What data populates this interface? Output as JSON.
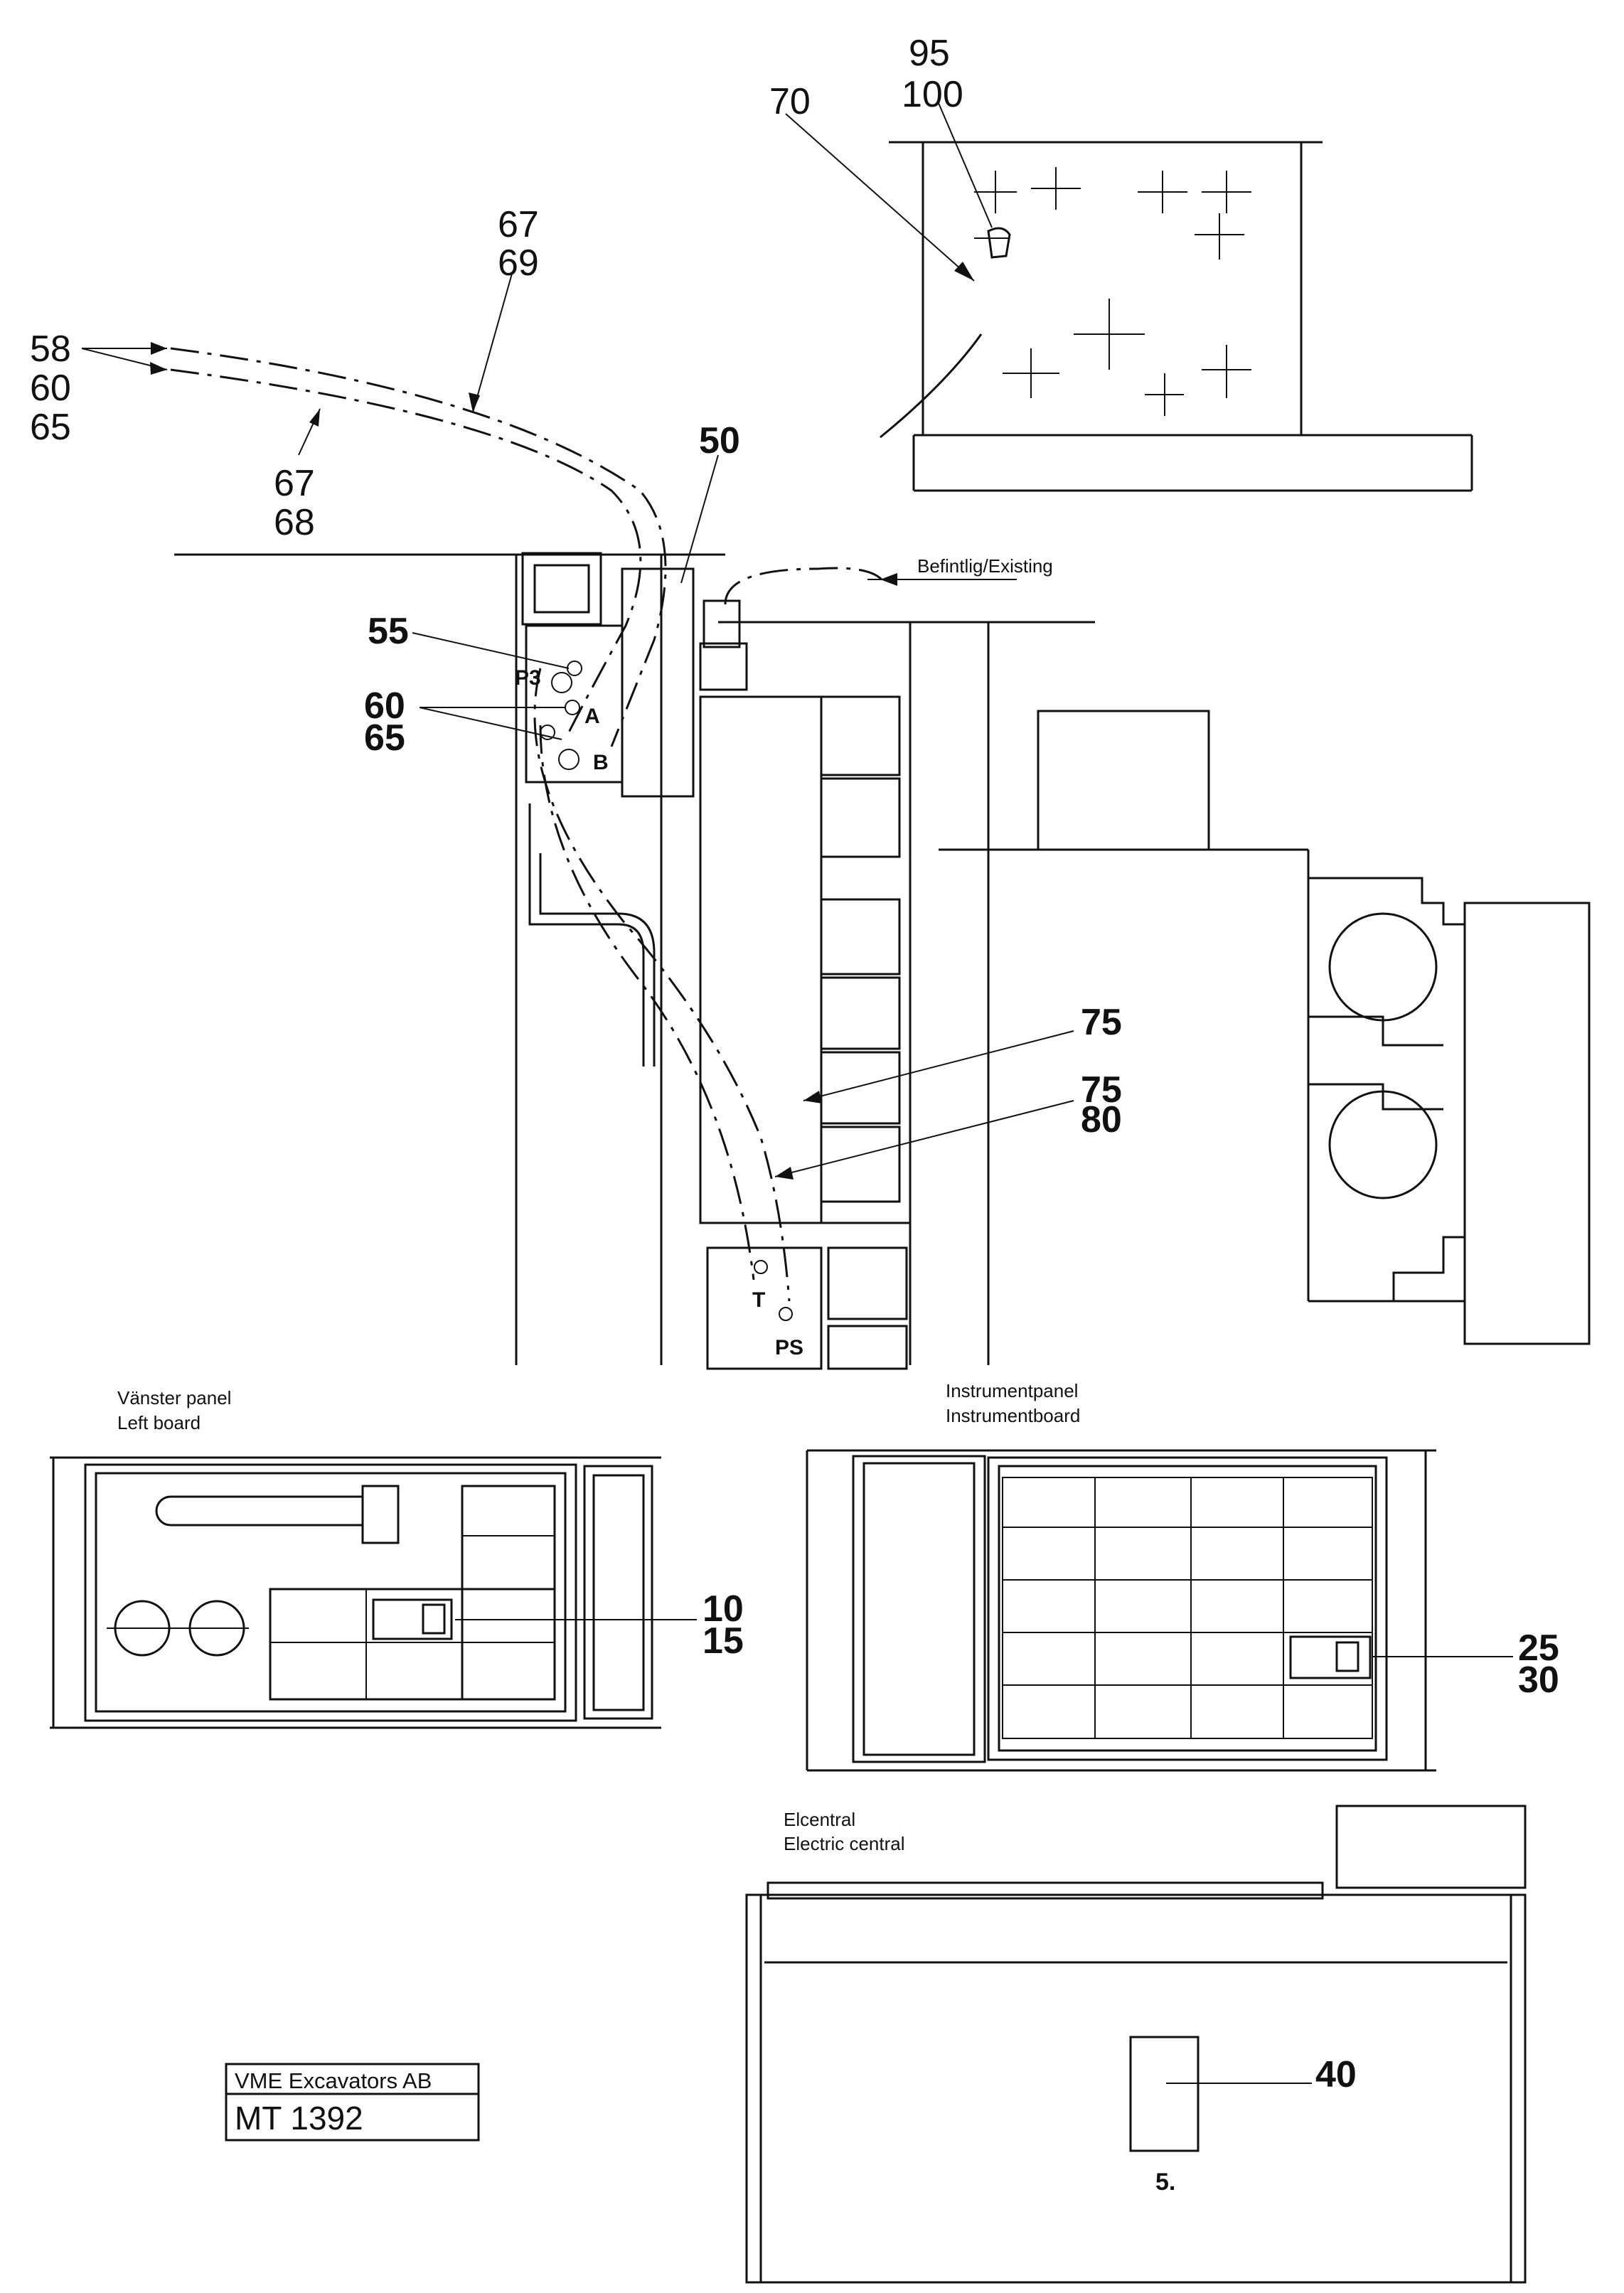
{
  "callouts": {
    "c95": "95",
    "c100": "100",
    "c70": "70",
    "c67a": "67",
    "c69": "69",
    "c58": "58",
    "c60a": "60",
    "c65a": "65",
    "c67b": "67",
    "c68": "68",
    "c50": "50",
    "c55": "55",
    "c60b": "60",
    "c65b": "65",
    "c75a": "75",
    "c75b": "75",
    "c80": "80",
    "c10": "10",
    "c15": "15",
    "c25": "25",
    "c30": "30",
    "c40": "40",
    "c5": "5."
  },
  "ports": {
    "p3": "P3",
    "a": "A",
    "b": "B",
    "t": "T",
    "ps": "PS"
  },
  "notes": {
    "existing": "Befintlig/Existing"
  },
  "panels": {
    "left_sv": "Vänster panel",
    "left_en": "Left board",
    "instr_sv": "Instrumentpanel",
    "instr_en": "Instrumentboard",
    "elc_sv": "Elcentral",
    "elc_en": "Electric central"
  },
  "title_block": {
    "company": "VME Excavators AB",
    "drawing_no": "MT 1392"
  }
}
